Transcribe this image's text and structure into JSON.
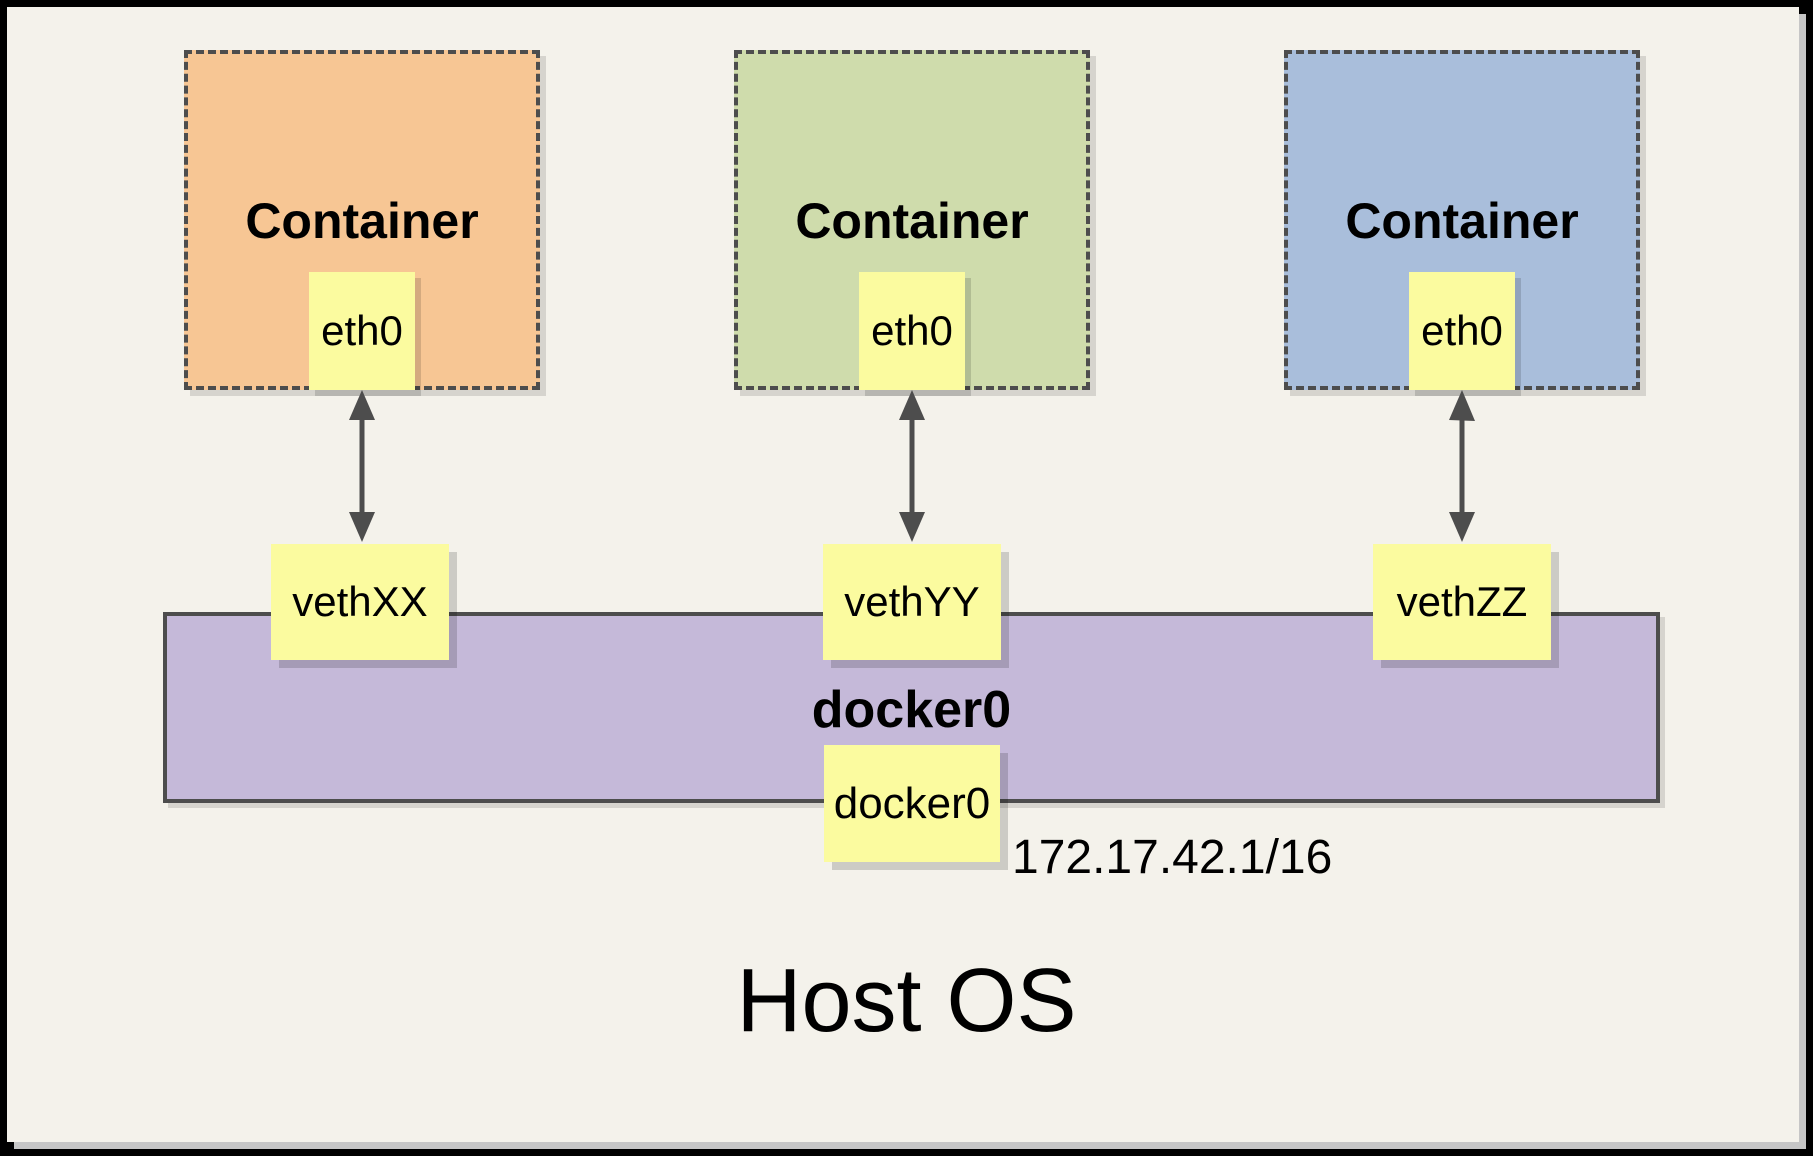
{
  "page": {
    "host_label": "Host OS",
    "background": "#F4F2EB"
  },
  "containers": [
    {
      "label": "Container",
      "interface": "eth0",
      "fill": "#F7C694"
    },
    {
      "label": "Container",
      "interface": "eth0",
      "fill": "#CFDCAC"
    },
    {
      "label": "Container",
      "interface": "eth0",
      "fill": "#A9BEDB"
    }
  ],
  "veth": [
    {
      "label": "vethXX"
    },
    {
      "label": "vethYY"
    },
    {
      "label": "vethZZ"
    }
  ],
  "bridge": {
    "label": "docker0",
    "interface_box": "docker0",
    "ip": "172.17.42.1/16",
    "fill": "#C5B9D9"
  },
  "colors": {
    "note_yellow": "#FBFB9F",
    "dash_border": "#4D4D4D",
    "arrow": "#4D4D4D",
    "frame_black": "#000000",
    "page_shadow_gray": "#C6C6C6"
  }
}
